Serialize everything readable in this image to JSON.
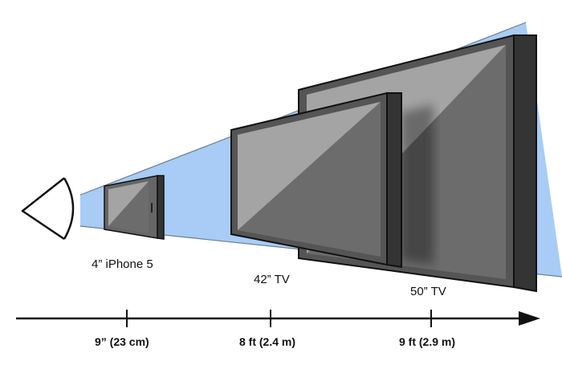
{
  "devices": [
    {
      "name": "phone",
      "label": "4” iPhone 5"
    },
    {
      "name": "tv42",
      "label": "42” TV"
    },
    {
      "name": "tv50",
      "label": "50” TV"
    }
  ],
  "distances": [
    {
      "label": "9” (23 cm)"
    },
    {
      "label": "8 ft (2.4 m)"
    },
    {
      "label": "9 ft (2.9 m)"
    }
  ],
  "colors": {
    "view_cone": "#a8ccf5",
    "cone_edge": "#6f7d8c",
    "bezel": "#3a3a3a",
    "screen_light": "#a9a9a9",
    "screen_dark": "#6a6a6a",
    "axis": "#111111"
  },
  "icons": {
    "viewer": "eye-icon"
  }
}
